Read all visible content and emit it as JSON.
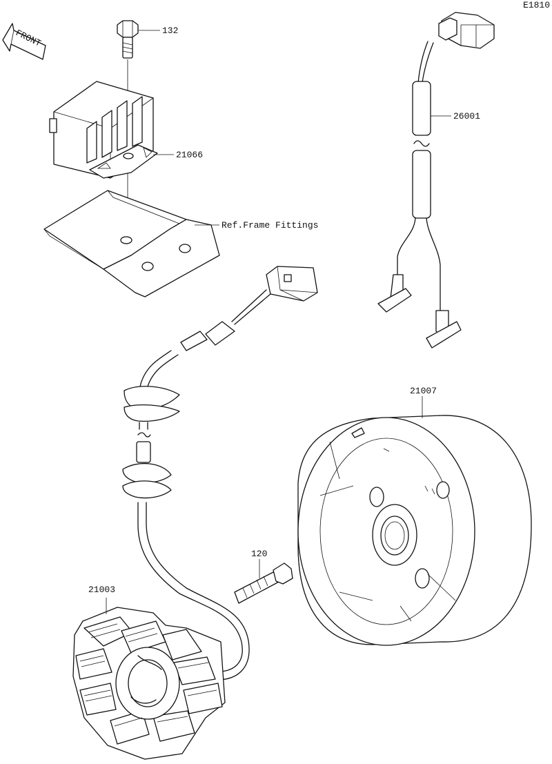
{
  "diagram": {
    "code": "E1810",
    "front_label": "FRONT",
    "callouts": {
      "bolt_132": "132",
      "regulator": "21066",
      "frame_ref": "Ref.Frame Fittings",
      "wire_harness": "26001",
      "flywheel": "21007",
      "bolt_120": "120",
      "stator": "21003"
    }
  }
}
